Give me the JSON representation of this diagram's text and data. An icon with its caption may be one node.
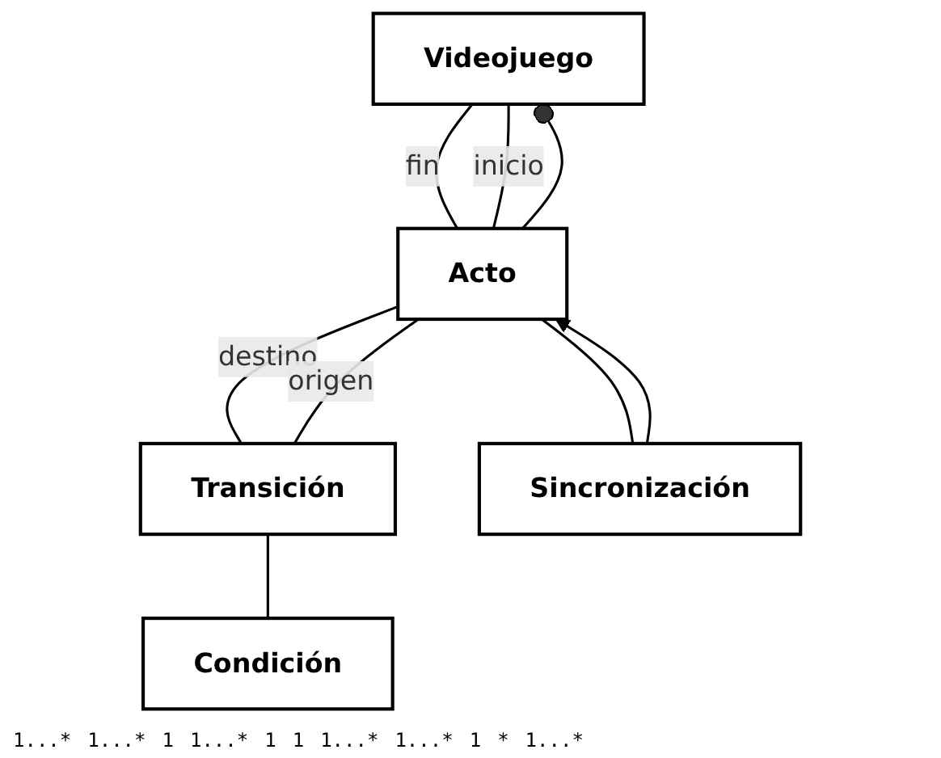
{
  "diagram": {
    "nodes": [
      {
        "text": [
          "Videojuego"
        ]
      },
      {
        "text": [
          "Acto"
        ]
      },
      {
        "text": [
          "Transición"
        ]
      },
      {
        "text": [
          "Sincronización"
        ]
      },
      {
        "text": [
          "Condición"
        ]
      }
    ],
    "edges": [
      {
        "from": 0,
        "to": 1,
        "arrow": "other"
      },
      {
        "from": 0,
        "to": 1,
        "label": "fin",
        "arrow": "none"
      },
      {
        "from": 0,
        "to": 1,
        "label": "inicio",
        "arrow": "none"
      },
      {
        "from": 3,
        "to": 1,
        "arrow": "to"
      },
      {
        "from": 1,
        "to": 3,
        "arrow": "none"
      },
      {
        "from": 1,
        "to": 2,
        "label": "destino",
        "arrow": "none"
      },
      {
        "from": 1,
        "to": 2,
        "label": "origen",
        "arrow": "none"
      },
      {
        "from": 2,
        "to": 4,
        "arrow": "none"
      }
    ],
    "labels": [
      "1...*",
      "1...*",
      "1",
      "1...*",
      "1",
      "1",
      "1...*",
      "1...*",
      "1",
      "*",
      "1...*"
    ]
  }
}
